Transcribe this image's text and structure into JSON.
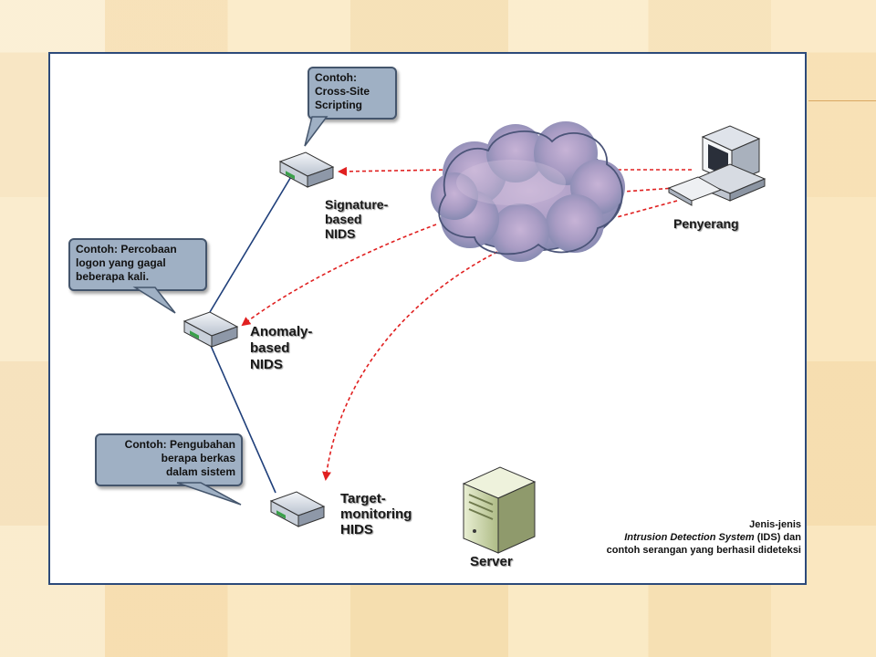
{
  "callouts": {
    "signature": "Contoh:\nCross-Site\nScripting",
    "anomaly": "Contoh: Percobaan\nlogon yang gagal\nbeberapa kali.",
    "target": "Contoh: Pengubahan\nberapa berkas\ndalam sistem"
  },
  "nodes": {
    "signature_nids": "Signature-\nbased\n NIDS",
    "anomaly_nids": "Anomaly-\nbased\nNIDS",
    "target_hids": "Target-\nmonitoring\nHIDS",
    "attacker": "Penyerang",
    "server": "Server"
  },
  "caption": {
    "line1": "Jenis-jenis",
    "line2_italic": "Intrusion Detection System",
    "line2_rest": " (IDS) dan",
    "line3": "contoh serangan yang berhasil dideteksi"
  },
  "colors": {
    "frame": "#2c4a7a",
    "connection": "#1f3f7a",
    "attack": "#e02020",
    "callout": "#9fb0c4"
  }
}
